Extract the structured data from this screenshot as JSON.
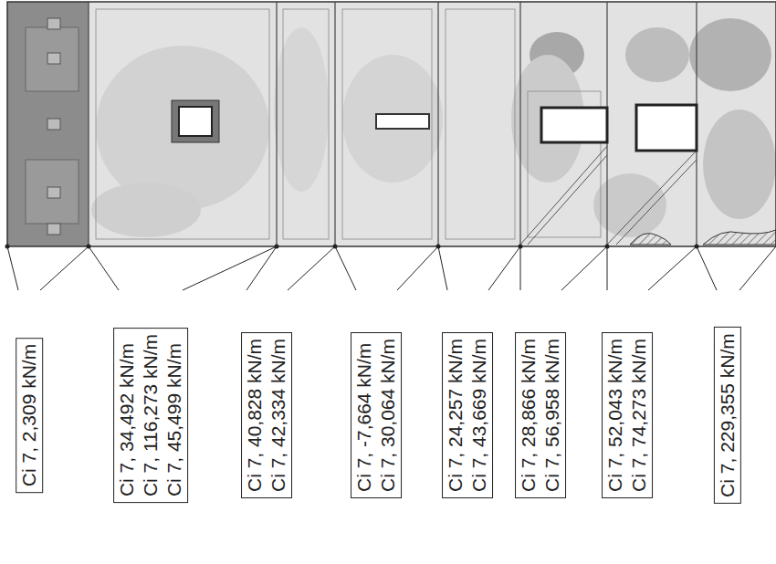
{
  "diagram": {
    "labels": [
      "Ci 7, 2,309 kN/m",
      "Ci 7, 34,492 kN/m",
      "Ci 7, 116,273 kN/m",
      "Ci 7, 45,499 kN/m",
      "Ci 7, 40,828 kN/m",
      "Ci 7, 42,334 kN/m",
      "Ci 7, -7,664 kN/m",
      "Ci 7, 30,064 kN/m",
      "Ci 7, 24,257 kN/m",
      "Ci 7, 43,669 kN/m",
      "Ci 7, 28,866 kN/m",
      "Ci 7, 56,958 kN/m",
      "Ci 7, 52,043 kN/m",
      "Ci 7, 74,273 kN/m",
      "Ci 7, 229,355 kN/m"
    ]
  }
}
